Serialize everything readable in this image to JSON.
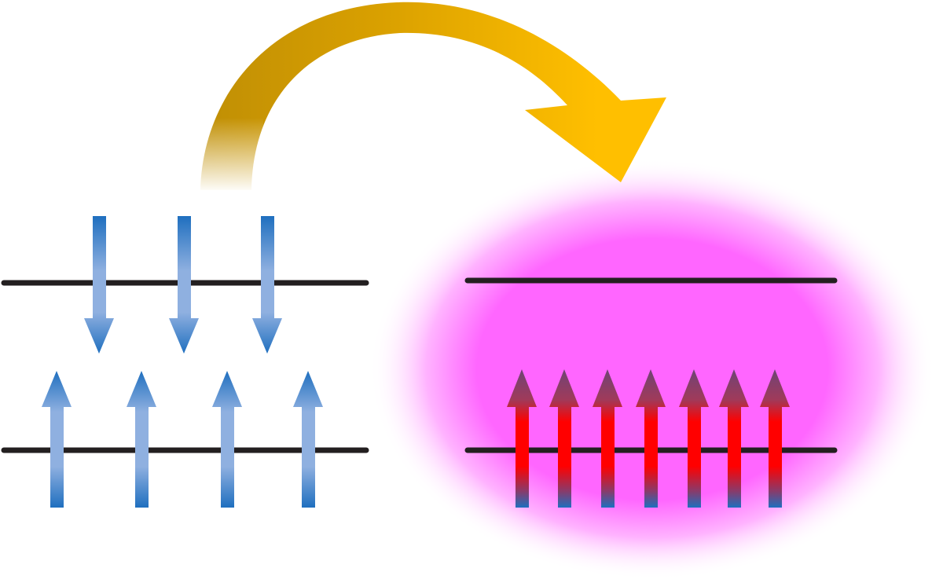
{
  "diagram": {
    "left_state": {
      "levels": 2,
      "upper_level_spins": {
        "count": 3,
        "direction": "down"
      },
      "lower_level_spins": {
        "count": 4,
        "direction": "up"
      }
    },
    "right_state": {
      "levels": 2,
      "upper_level_spins": {
        "count": 0
      },
      "lower_level_spins": {
        "count": 7,
        "direction": "up"
      },
      "glow": true
    },
    "transition_arrow": {
      "direction": "left-to-right"
    }
  },
  "colors": {
    "background": "#ffffff",
    "level_line": "#231f20",
    "spin_blue_dark": "#1f6fbf",
    "spin_blue_light": "#8fb0e0",
    "spin_red": "#ff0000",
    "spin_right_top": "#7a3f66",
    "glow_magenta": "#ff66ff",
    "arrow_gold_dark": "#c99400",
    "arrow_gold_bright": "#ffbf00"
  },
  "icons": {
    "transition": "curved-arrow-icon",
    "spin_down": "arrow-down-icon",
    "spin_up": "arrow-up-icon"
  }
}
